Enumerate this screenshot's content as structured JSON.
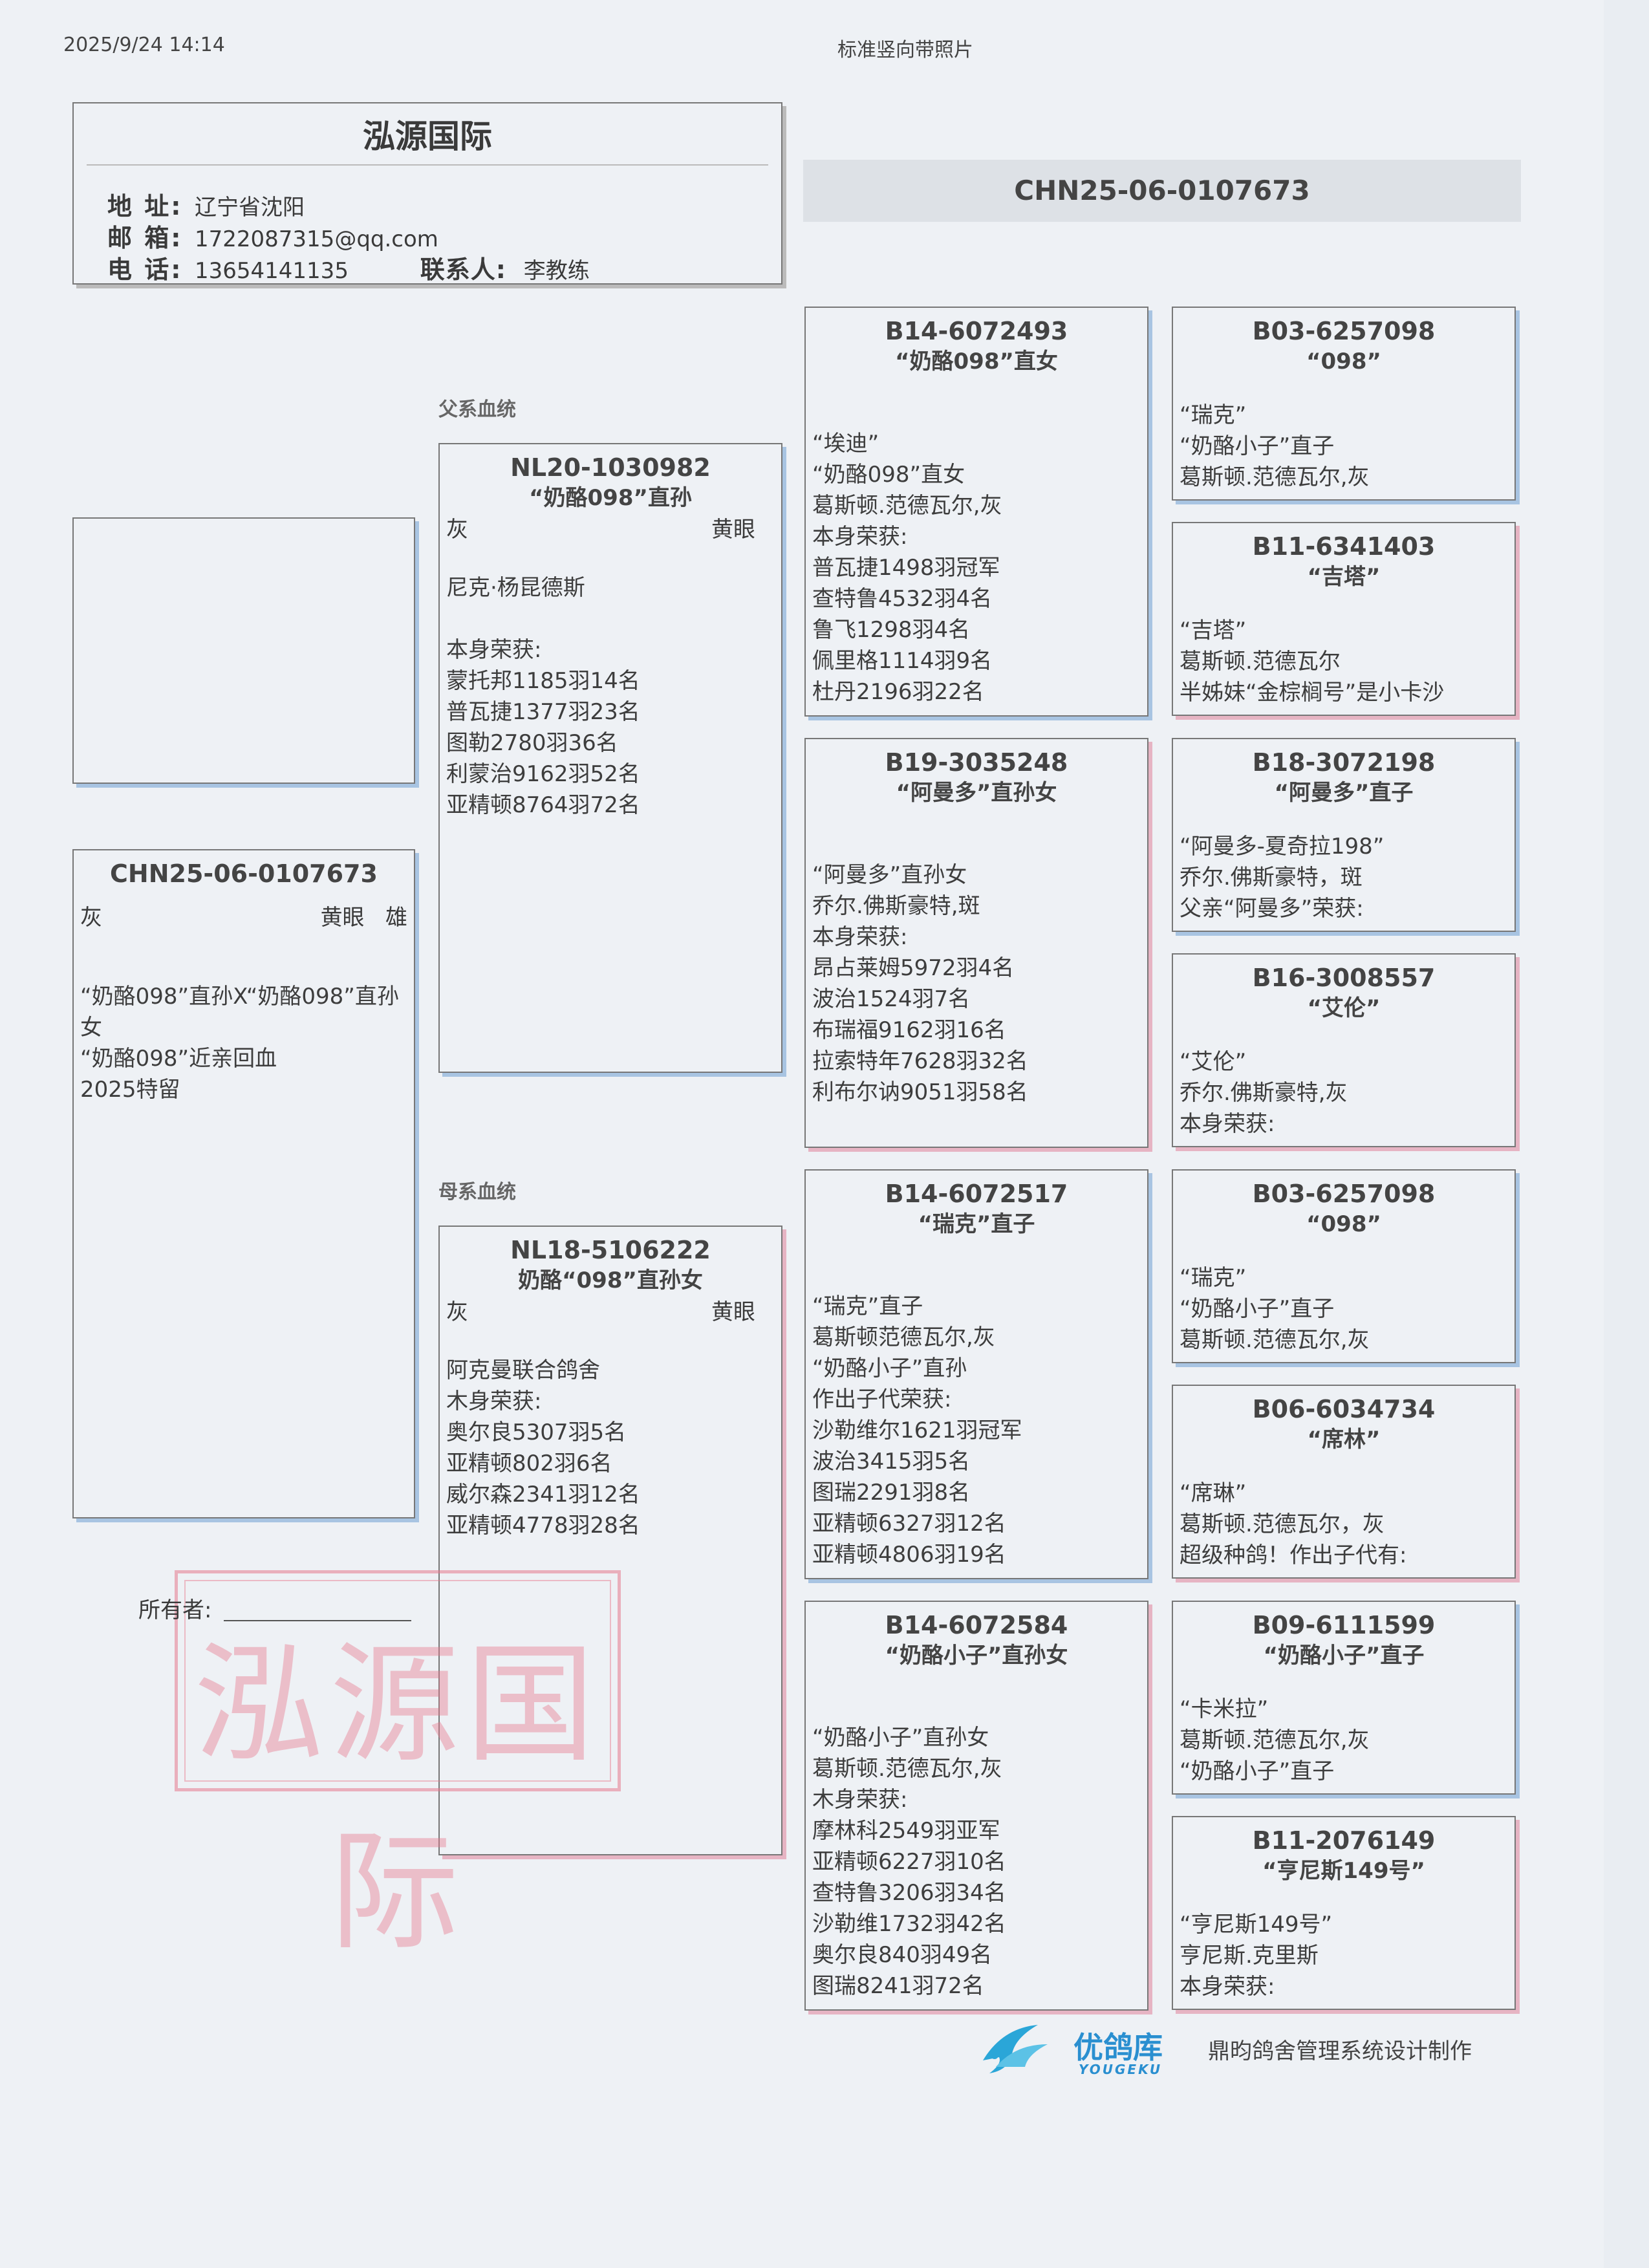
{
  "header": {
    "datetime": "2025/9/24 14:14",
    "doc_title": "标准竖向带照片"
  },
  "breeder": {
    "name": "泓源国际",
    "address_label": "地 址:",
    "address": "辽宁省沈阳",
    "email_label": "邮 箱:",
    "email": "1722087315@qq.com",
    "phone_label": "电 话:",
    "phone": "13654141135",
    "contact_label": "联系人:",
    "contact": "李教练"
  },
  "main_band": "CHN25-06-0107673",
  "sire_section_label": "父系血统",
  "dam_section_label": "母系血统",
  "subject": {
    "ring": "CHN25-06-0107673",
    "color": "灰",
    "eye": "黄眼",
    "sex": "雄",
    "lines": [
      "“奶酪098”直孙X“奶酪098”直孙",
      "女",
      "“奶酪098”近亲回血",
      "2025特留"
    ]
  },
  "sire": {
    "ring": "NL20-1030982",
    "nick": "“奶酪098”直孙",
    "color": "灰",
    "eye": "黄眼",
    "lines": [
      "尼克·杨昆德斯",
      "",
      "本身荣获:",
      "蒙托邦1185羽14名",
      "普瓦捷1377羽23名",
      "图勒2780羽36名",
      "利蒙治9162羽52名",
      "亚精顿8764羽72名"
    ]
  },
  "dam": {
    "ring": "NL18-5106222",
    "nick": "奶酪“098”直孙女",
    "color": "灰",
    "eye": "黄眼",
    "lines": [
      "阿克曼联合鸽舍",
      "木身荣获:",
      "奥尔良5307羽5名",
      "亚精顿802羽6名",
      "威尔森2341羽12名",
      "亚精顿4778羽28名"
    ]
  },
  "gp": [
    {
      "ring": "B14-6072493",
      "nick": "“奶酪098”直女",
      "lines": [
        "“埃迪”",
        "“奶酪098”直女",
        "葛斯顿.范德瓦尔,灰",
        "本身荣获:",
        "普瓦捷1498羽冠军",
        "查特鲁4532羽4名",
        "鲁飞1298羽4名",
        "佩里格1114羽9名",
        "杜丹2196羽22名"
      ]
    },
    {
      "ring": "B19-3035248",
      "nick": "“阿曼多”直孙女",
      "lines": [
        "“阿曼多”直孙女",
        "乔尔.佛斯豪特,斑",
        "本身荣获:",
        "昂占莱姆5972羽4名",
        "波治1524羽7名",
        "布瑞福9162羽16名",
        "拉索特年7628羽32名",
        "利布尔讷9051羽58名"
      ]
    },
    {
      "ring": "B14-6072517",
      "nick": "“瑞克”直子",
      "lines": [
        "“瑞克”直子",
        "葛斯顿范德瓦尔,灰",
        "“奶酪小子”直孙",
        "作出子代荣获:",
        "沙勒维尔1621羽冠军",
        "波治3415羽5名",
        "图瑞2291羽8名",
        "亚精顿6327羽12名",
        "亚精顿4806羽19名"
      ]
    },
    {
      "ring": "B14-6072584",
      "nick": "“奶酪小子”直孙女",
      "lines": [
        "“奶酪小子”直孙女",
        "葛斯顿.范德瓦尔,灰",
        "木身荣获:",
        "摩林科2549羽亚军",
        "亚精顿6227羽10名",
        "查特鲁3206羽34名",
        "沙勒维1732羽42名",
        "奥尔良840羽49名",
        "图瑞8241羽72名"
      ]
    }
  ],
  "ggp": [
    {
      "ring": "B03-6257098",
      "nick": "“098”",
      "lines": [
        "“瑞克”",
        "“奶酪小子”直子",
        "葛斯顿.范德瓦尔,灰"
      ]
    },
    {
      "ring": "B11-6341403",
      "nick": "“吉塔”",
      "lines": [
        "“吉塔”",
        "葛斯顿.范德瓦尔",
        "半姊妹“金棕榈号”是小卡沙"
      ]
    },
    {
      "ring": "B18-3072198",
      "nick": "“阿曼多”直子",
      "lines": [
        "“阿曼多-夏奇拉198”",
        "乔尔.佛斯豪特，斑",
        "父亲“阿曼多”荣获:"
      ]
    },
    {
      "ring": "B16-3008557",
      "nick": "“艾伦”",
      "lines": [
        "“艾伦”",
        "乔尔.佛斯豪特,灰",
        "本身荣获:"
      ]
    },
    {
      "ring": "B03-6257098",
      "nick": "“098”",
      "lines": [
        "“瑞克”",
        "“奶酪小子”直子",
        "葛斯顿.范德瓦尔,灰"
      ]
    },
    {
      "ring": "B06-6034734",
      "nick": "“席林”",
      "lines": [
        "“席琳”",
        "葛斯顿.范德瓦尔，灰",
        "超级种鸽！作出子代有:"
      ]
    },
    {
      "ring": "B09-6111599",
      "nick": "“奶酪小子”直子",
      "lines": [
        "“卡米拉”",
        "葛斯顿.范德瓦尔,灰",
        "“奶酪小子”直子"
      ]
    },
    {
      "ring": "B11-2076149",
      "nick": "“亨尼斯149号”",
      "lines": [
        "“亨尼斯149号”",
        "亨尼斯.克里斯",
        "本身荣获:"
      ]
    }
  ],
  "owner_label": "所有者:",
  "stamp_text": "泓源国际",
  "footer": {
    "brand": "优鸽库",
    "brand_en": "YOUGEKU",
    "credit": "鼎昀鸽舍管理系统设计制作"
  },
  "colors": {
    "blue_shadow": "#a8c4e2",
    "pink_shadow": "#e6b4c3",
    "logo_blue": "#2aa6d8",
    "stamp": "#e6788c"
  }
}
